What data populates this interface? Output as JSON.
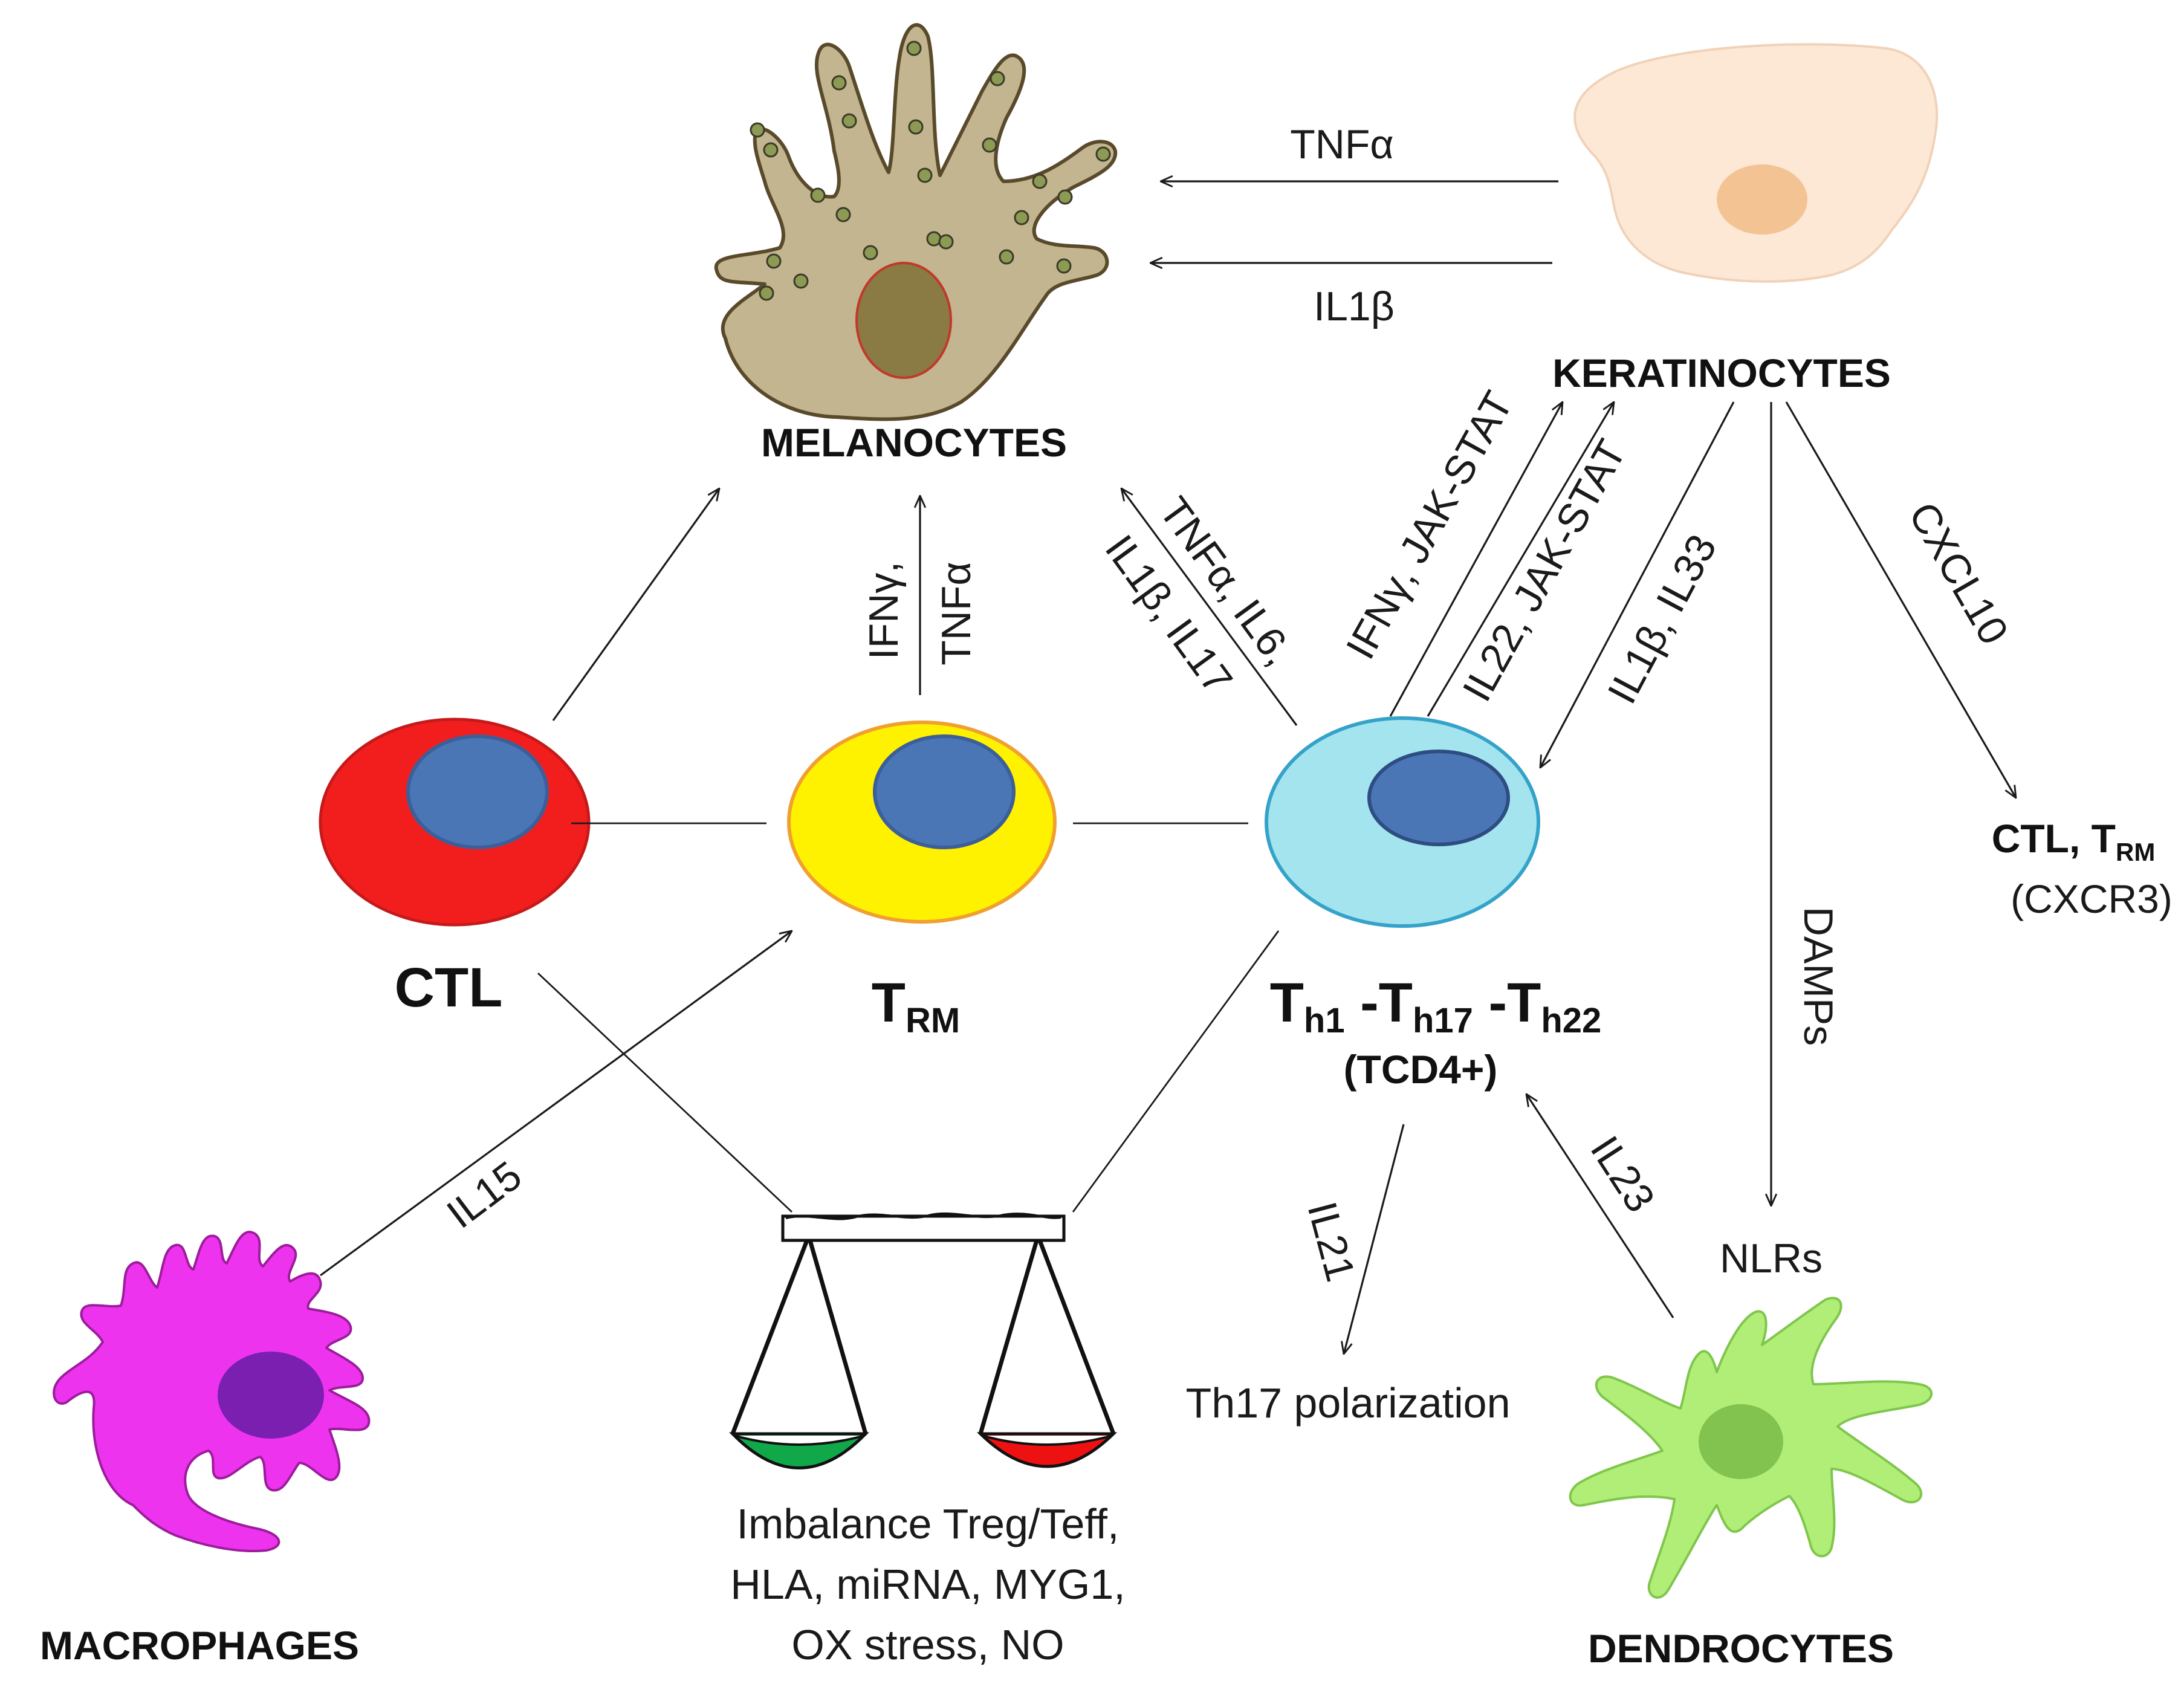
{
  "colors": {
    "ctl": "#f21e1e",
    "trm": "#fff200",
    "th": "#a4e4ee",
    "nucleus": "#4a76b6",
    "melanocyte": "#c2b58f",
    "keratinocyte": "#fde8d6",
    "macrophage": "#ee33ee",
    "dendrocyte": "#b0ee78",
    "treg": "#11a84a",
    "teff": "#ee1111"
  },
  "cells": {
    "melanocytes": "MELANOCYTES",
    "keratinocytes": "KERATINOCYTES",
    "macrophages": "MACROPHAGES",
    "dendrocytes": "DENDROCYTES",
    "ctl": "CTL",
    "trm": {
      "main": "T",
      "sub": "RM"
    },
    "th": {
      "t1": "T",
      "s1": "h1",
      "t2": " -T",
      "s2": "h17",
      "t3": " -T",
      "s3": "h22",
      "cd4": "(TCD4+)"
    },
    "ctl_trm": {
      "main": "CTL, T",
      "sub": "RM",
      "receptor": "(CXCR3)"
    }
  },
  "signals": {
    "tnfa_top": "TNFα",
    "il1b_top": "IL1β",
    "ifng": "IFNγ,",
    "tnfa_vertical": "TNFα",
    "tnfa_il6": "TNFα, IL6,",
    "il1b_il17": "IL1β, IL17",
    "ifng_jak": "IFNγ, JAK-STAT",
    "il22_jak": "IL22, JAK-STAT",
    "il1b_il33": "IL1β, IL33",
    "cxcl10": "CXCL10",
    "damps": "DAMPs",
    "nlrs": "NLRs",
    "il15": "IL15",
    "il21": "IL21",
    "il23": "IL23",
    "th17_polarization": "Th17 polarization"
  },
  "imbalance": {
    "line1": "Imbalance Treg/Teff,",
    "line2": "HLA, miRNA, MYG1,",
    "line3": "OX stress, NO"
  }
}
